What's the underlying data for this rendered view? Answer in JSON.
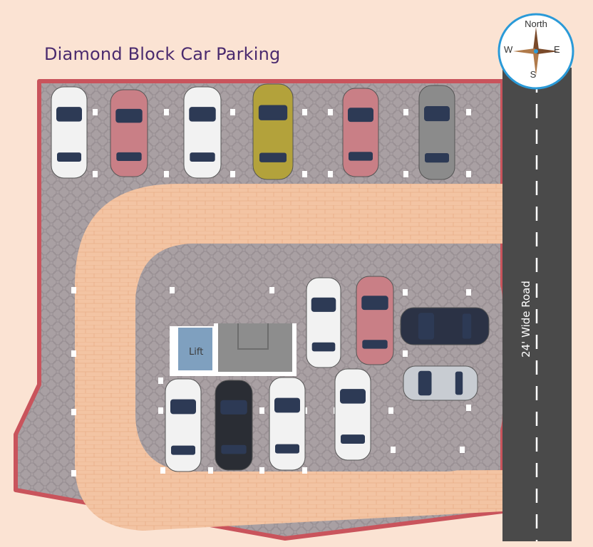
{
  "title": "Diamond Block Car Parking",
  "road_label": "24' Wide Road",
  "lift_label": "Lift",
  "compass": {
    "north": "North",
    "south": "S",
    "east": "E",
    "west": "W"
  },
  "colors": {
    "background": "#fbe3d3",
    "boundary": "#c9545c",
    "parking_floor": "#a9a0a3",
    "driveway": "#f2c09e",
    "road": "#4a4a4a",
    "title": "#4a2a6e"
  },
  "cars": [
    {
      "name": "car-white-top-1",
      "color": "#f2f2f2",
      "orientation": "vertical"
    },
    {
      "name": "car-pink-top-2",
      "color": "#c97f86",
      "orientation": "vertical"
    },
    {
      "name": "car-white-top-3",
      "color": "#f2f2f2",
      "orientation": "vertical"
    },
    {
      "name": "car-olive-top-4",
      "color": "#b3a23b",
      "orientation": "vertical"
    },
    {
      "name": "car-pink-top-5",
      "color": "#c97f86",
      "orientation": "vertical"
    },
    {
      "name": "car-grey-top-6",
      "color": "#8b8b8b",
      "orientation": "vertical"
    },
    {
      "name": "car-white-mid-1",
      "color": "#f2f2f2",
      "orientation": "vertical"
    },
    {
      "name": "car-pink-mid-2",
      "color": "#c97f86",
      "orientation": "vertical"
    },
    {
      "name": "car-navy-mid-3",
      "color": "#2b3245",
      "orientation": "horizontal"
    },
    {
      "name": "car-silver-mid-4",
      "color": "#c8ccd2",
      "orientation": "horizontal"
    },
    {
      "name": "car-white-low-1",
      "color": "#f2f2f2",
      "orientation": "vertical"
    },
    {
      "name": "car-black-low-2",
      "color": "#2a2d34",
      "orientation": "vertical"
    },
    {
      "name": "car-white-low-3",
      "color": "#f2f2f2",
      "orientation": "vertical"
    },
    {
      "name": "car-white-low-4",
      "color": "#f2f2f2",
      "orientation": "vertical"
    }
  ]
}
